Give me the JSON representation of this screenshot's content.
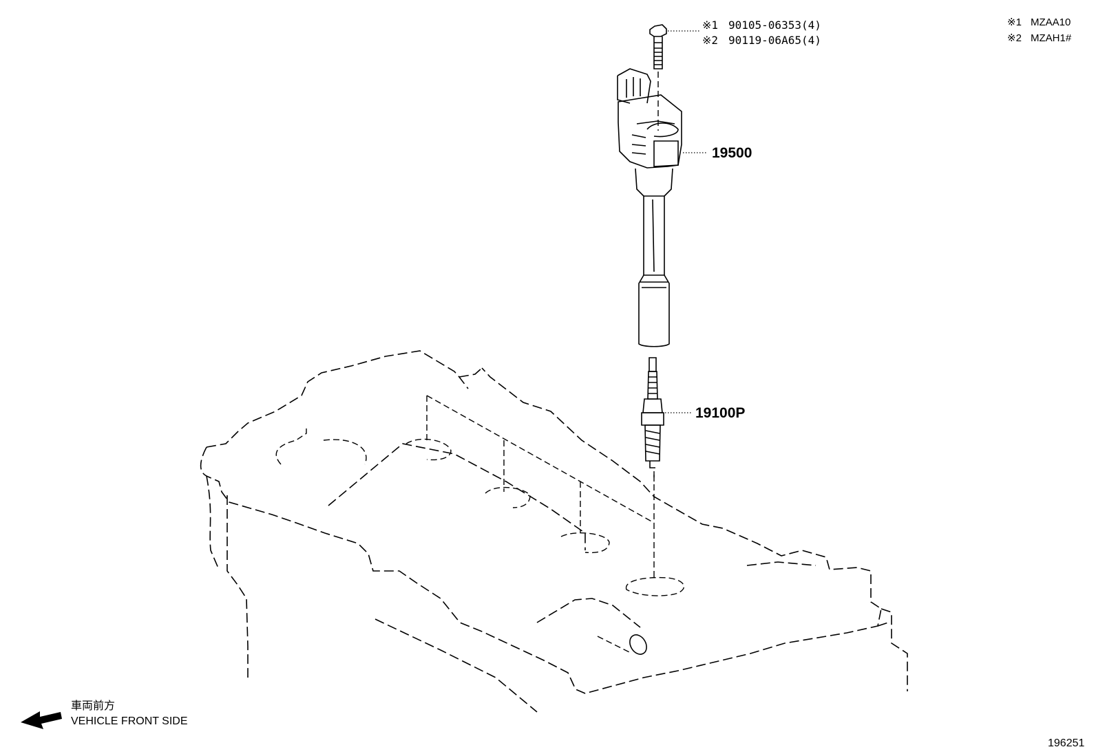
{
  "variants": [
    {
      "mark": "※1",
      "model": "MZAA10"
    },
    {
      "mark": "※2",
      "model": "MZAH1#"
    }
  ],
  "bolt_callout": [
    {
      "mark": "※1",
      "part_no": "90105-06353(4)"
    },
    {
      "mark": "※2",
      "part_no": "90119-06A65(4)"
    }
  ],
  "parts": {
    "ignition_coil": "19500",
    "spark_plug": "19100P"
  },
  "direction": {
    "japanese": "車両前方",
    "english": "VEHICLE FRONT SIDE"
  },
  "illustration_id": "196251"
}
